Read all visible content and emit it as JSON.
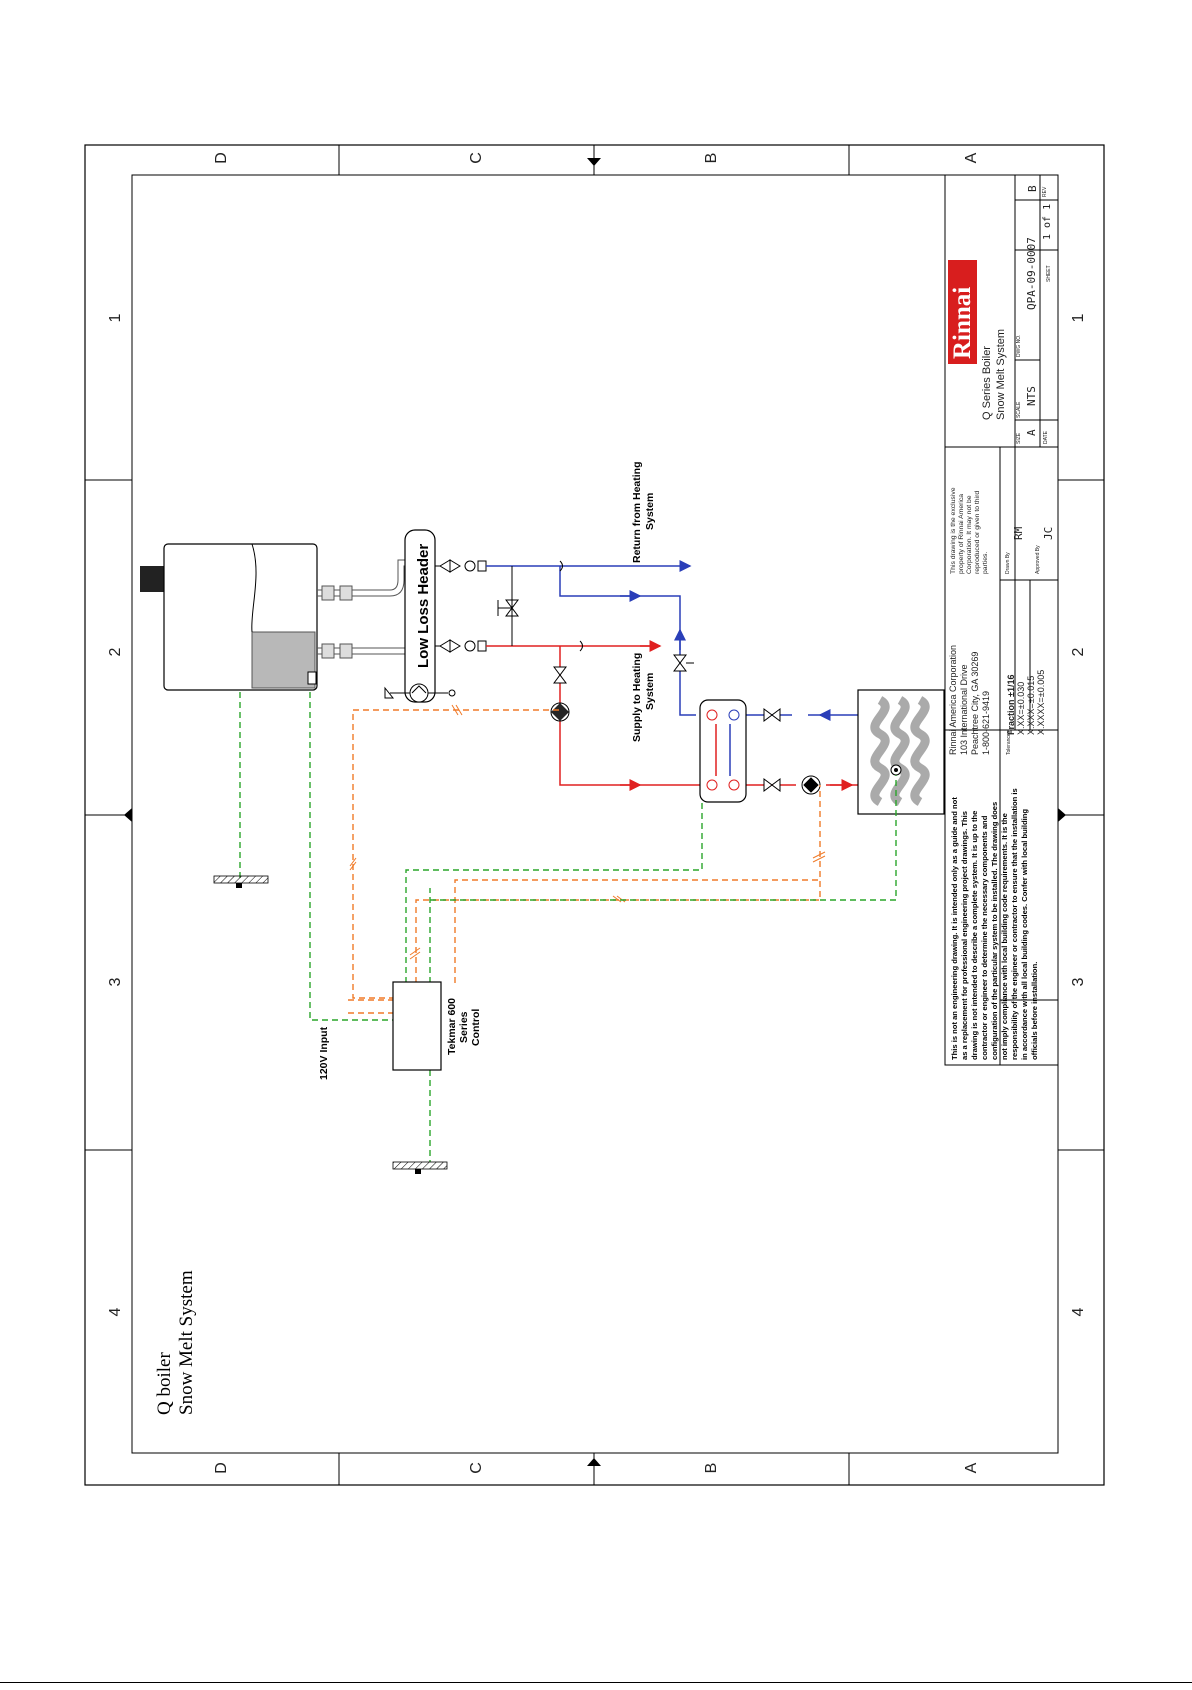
{
  "drawing": {
    "title_line1": "Q boiler",
    "title_line2": "Snow Melt System",
    "zone_letters": [
      "D",
      "C",
      "B",
      "A"
    ],
    "zone_numbers": [
      "1",
      "2",
      "3",
      "4"
    ],
    "low_loss_header": "Low Loss Header",
    "return_label_1": "Return from Heating",
    "return_label_2": "System",
    "supply_label_1": "Supply to Heating",
    "supply_label_2": "System",
    "control_label_1": "Tekmar 600",
    "control_label_2": "Series",
    "control_label_3": "Control",
    "input_label": "120V Input"
  },
  "notes": {
    "lines": [
      "This is not an engineering drawing. It is intended only as a guide and not",
      "as a replacement for professional engineering project drawings. This",
      "drawing is not intended to describe a complete system. It is up to the",
      "contractor or engineer to determine the necessary components and",
      "configuration of the particular system to be installed. The drawing does",
      "not imply compliance with local building code requirements. It is the",
      "responsibility of the engineer or contractor to ensure that the installation is",
      "in accordance with all local building codes. Confer with local building",
      "officials before installation."
    ]
  },
  "title_block": {
    "company_lines": [
      "Rinnai America Corporation",
      "103 International Drive",
      "Peachtree City, GA 30269",
      "1-800-621-9419"
    ],
    "property_lines": [
      "This drawing is the exclusive",
      "property of Rinnai America",
      "Corporation. It may not be",
      "reproduced or given to third",
      "parties."
    ],
    "tolerances_label": "Tolerances",
    "tolerance_lines": [
      "Fraction ±1/16",
      "X.XX=±0.030",
      "X.XXX=±0.015",
      "X.XXXX=±0.005"
    ],
    "drawn_by_label": "Drawn By",
    "drawn_by": "RM",
    "approved_by_label": "Approved By",
    "approved_by": "JC",
    "logo": "Rinnai",
    "title_1": "Q Series Boiler",
    "title_2": "Snow Melt System",
    "size_label": "SIZE",
    "size": "A",
    "scale_label": "SCALE",
    "scale": "NTS",
    "date_label": "DATE",
    "dwg_no_label": "DWG NO.",
    "dwg_no": "QPA-09-0007",
    "rev_label": "REV",
    "rev": "B",
    "sheet_label": "SHEET",
    "sheet": "1 of 1"
  },
  "colors": {
    "supply": "#e02020",
    "return": "#2a3eb8",
    "control_wire": "#f07a28",
    "ground_wire": "#2aa52a",
    "logo_red": "#d81e1e"
  }
}
